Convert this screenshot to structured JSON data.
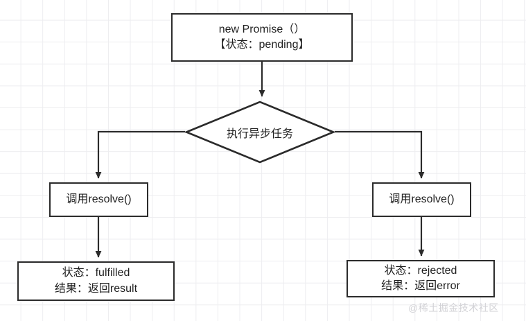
{
  "diagram": {
    "type": "flowchart",
    "title": "Promise state flow",
    "colors": {
      "node_border": "#2b2b2b",
      "node_fill": "#ffffff",
      "edge": "#2b2b2b",
      "text": "#1f1f1f",
      "grid": "#ededf0",
      "watermark": "#d2d2d6"
    },
    "nodes": [
      {
        "id": "new-promise",
        "shape": "rectangle",
        "line1": "new Promise（）",
        "line2": "【状态：pending】"
      },
      {
        "id": "async-task",
        "shape": "diamond",
        "label": "执行异步任务"
      },
      {
        "id": "call-resolve-left",
        "shape": "rectangle",
        "label": "调用resolve()"
      },
      {
        "id": "call-resolve-right",
        "shape": "rectangle",
        "label": "调用resolve()"
      },
      {
        "id": "state-fulfilled",
        "shape": "rectangle",
        "line1": "状态：fulfilled",
        "line2": "结果：返回result"
      },
      {
        "id": "state-rejected",
        "shape": "rectangle",
        "line1": "状态：rejected",
        "line2": "结果：返回error"
      }
    ],
    "edges": [
      {
        "from": "new-promise",
        "to": "async-task",
        "style": "straight-down",
        "arrow": true
      },
      {
        "from": "async-task",
        "to": "call-resolve-left",
        "style": "elbow-left",
        "arrow": true
      },
      {
        "from": "async-task",
        "to": "call-resolve-right",
        "style": "elbow-right",
        "arrow": true
      },
      {
        "from": "call-resolve-left",
        "to": "state-fulfilled",
        "style": "straight-down",
        "arrow": true
      },
      {
        "from": "call-resolve-right",
        "to": "state-rejected",
        "style": "straight-down",
        "arrow": true
      }
    ]
  },
  "watermark": {
    "text": "@稀土掘金技术社区"
  }
}
